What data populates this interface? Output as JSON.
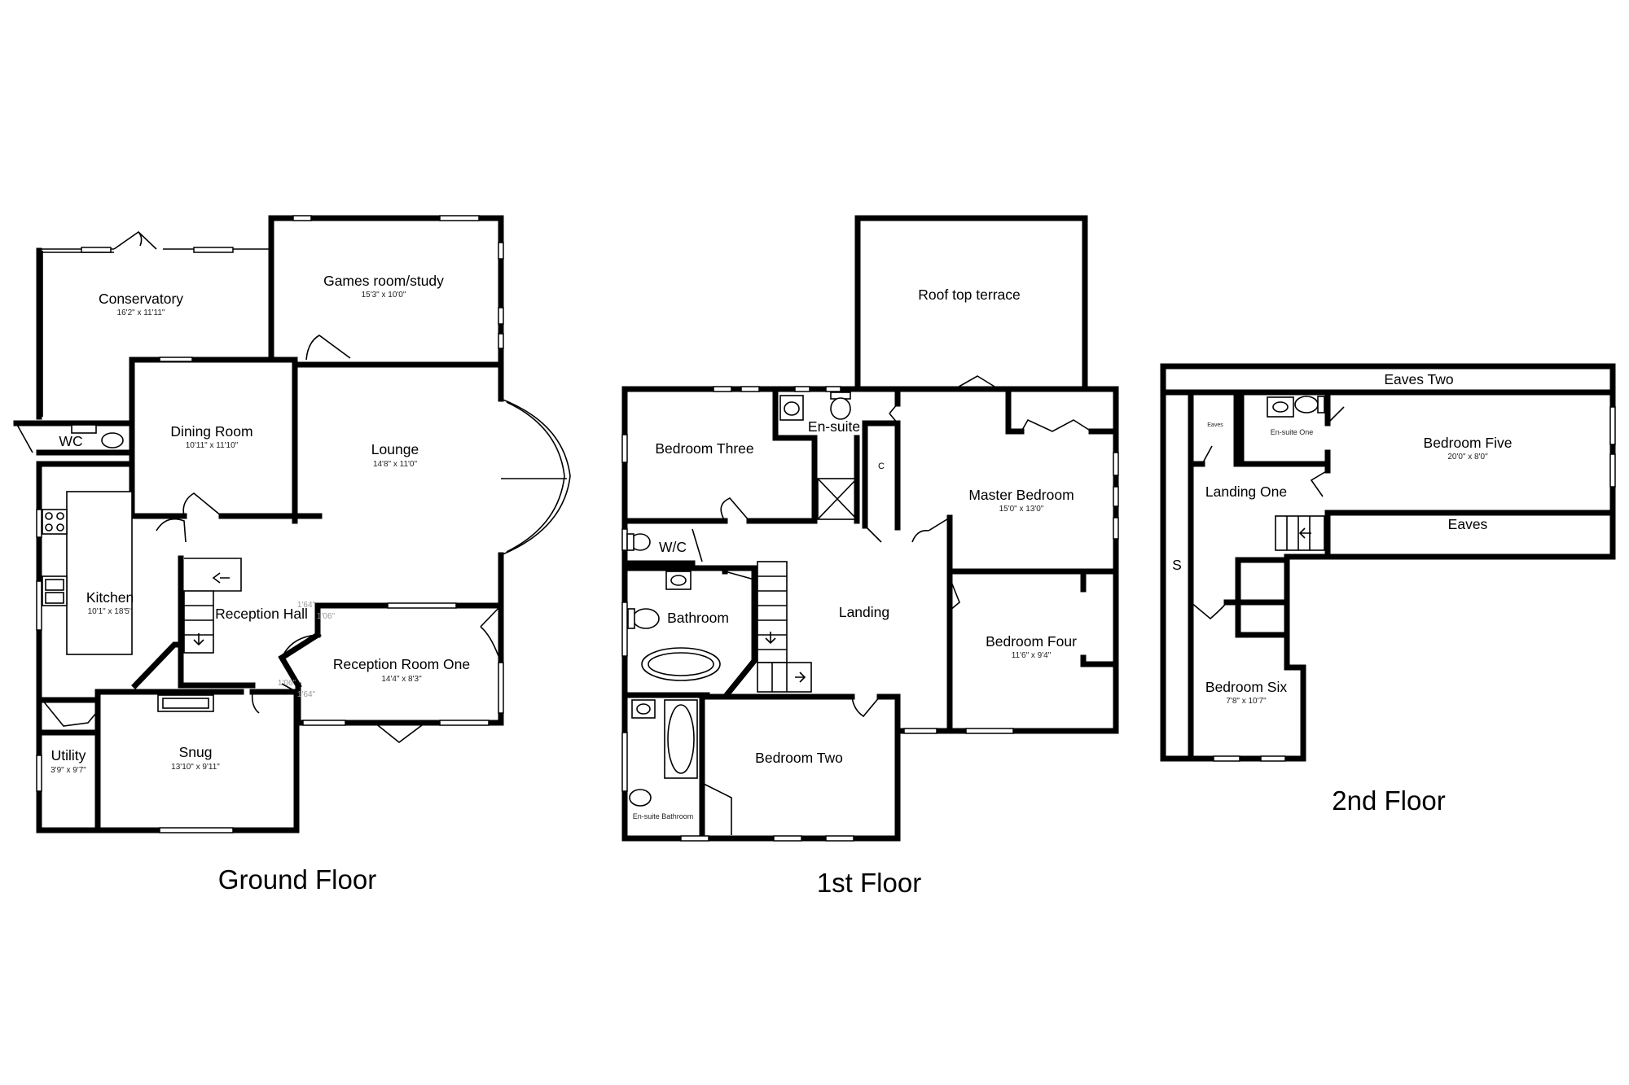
{
  "floors": {
    "ground": "Ground Floor",
    "first": "1st Floor",
    "second": "2nd Floor"
  },
  "rooms": {
    "conservatory": {
      "name": "Conservatory",
      "dim": "16'2\" x 11'11\""
    },
    "games_room": {
      "name": "Games room/study",
      "dim": "15'3\" x 10'0\""
    },
    "dining_room": {
      "name": "Dining Room",
      "dim": "10'11\" x 11'10\""
    },
    "lounge": {
      "name": "Lounge",
      "dim": "14'8\" x 11'0\""
    },
    "wc": {
      "name": "WC"
    },
    "kitchen": {
      "name": "Kitchen",
      "dim": "10'1\" x 18'5\""
    },
    "reception_hall": {
      "name": "Reception Hall"
    },
    "reception_room_one": {
      "name": "Reception Room One",
      "dim": "14'4\" x 8'3\""
    },
    "utility": {
      "name": "Utility",
      "dim": "3'9\" x 9'7\""
    },
    "snug": {
      "name": "Snug",
      "dim": "13'10\" x 9'11\""
    },
    "roof_terrace": {
      "name": "Roof  top  terrace"
    },
    "bedroom_three": {
      "name": "Bedroom Three"
    },
    "en_suite": {
      "name": "En-suite"
    },
    "cupboard": {
      "name": "C"
    },
    "master_bedroom": {
      "name": "Master Bedroom",
      "dim": "15'0\" x 13'0\""
    },
    "wc_first": {
      "name": "W/C"
    },
    "bathroom": {
      "name": "Bathroom"
    },
    "landing": {
      "name": "Landing"
    },
    "bedroom_four": {
      "name": "Bedroom Four",
      "dim": "11'6\" x 9'4\""
    },
    "bedroom_two": {
      "name": "Bedroom Two"
    },
    "en_suite_bathroom": {
      "name": "En-suite Bathroom"
    },
    "eaves_two": {
      "name": "Eaves Two"
    },
    "eaves_small": {
      "name": "Eaves"
    },
    "en_suite_one": {
      "name": "En-suite One"
    },
    "bedroom_five": {
      "name": "Bedroom Five",
      "dim": "20'0\" x 8'0\""
    },
    "landing_one": {
      "name": "Landing One"
    },
    "eaves": {
      "name": "Eaves"
    },
    "storage": {
      "name": "S"
    },
    "bedroom_six": {
      "name": "Bedroom Six",
      "dim": "7'8\" x 10'7\""
    }
  },
  "marks": {
    "m1": "1'64\"",
    "m2": "1'06\"",
    "m3": "1'06\"",
    "m4": "1'64\""
  }
}
